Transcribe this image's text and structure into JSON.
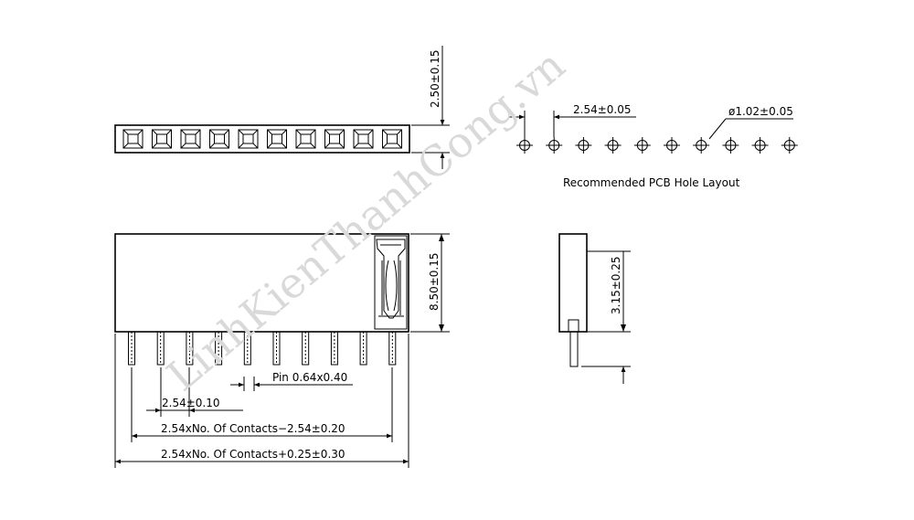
{
  "watermark": "LinhKienThanhCong.vn",
  "top_view": {
    "pin_count": 10,
    "height_label": "2.50±0.15"
  },
  "pcb_layout": {
    "hole_count": 10,
    "pitch_label": "2.54±0.05",
    "hole_diameter_label": "ø1.02±0.05",
    "caption": "Recommended PCB Hole Layout"
  },
  "front_view": {
    "pin_count": 10,
    "body_height_label": "8.50±0.15",
    "pin_size_label": "Pin 0.64x0.40",
    "pitch_label": "2.54±0.10",
    "pin_span_label": "2.54xNo. Of Contacts−2.54±0.20",
    "overall_length_label": "2.54xNo. Of Contacts+0.25±0.30"
  },
  "side_view": {
    "pin_length_label": "3.15±0.25"
  }
}
